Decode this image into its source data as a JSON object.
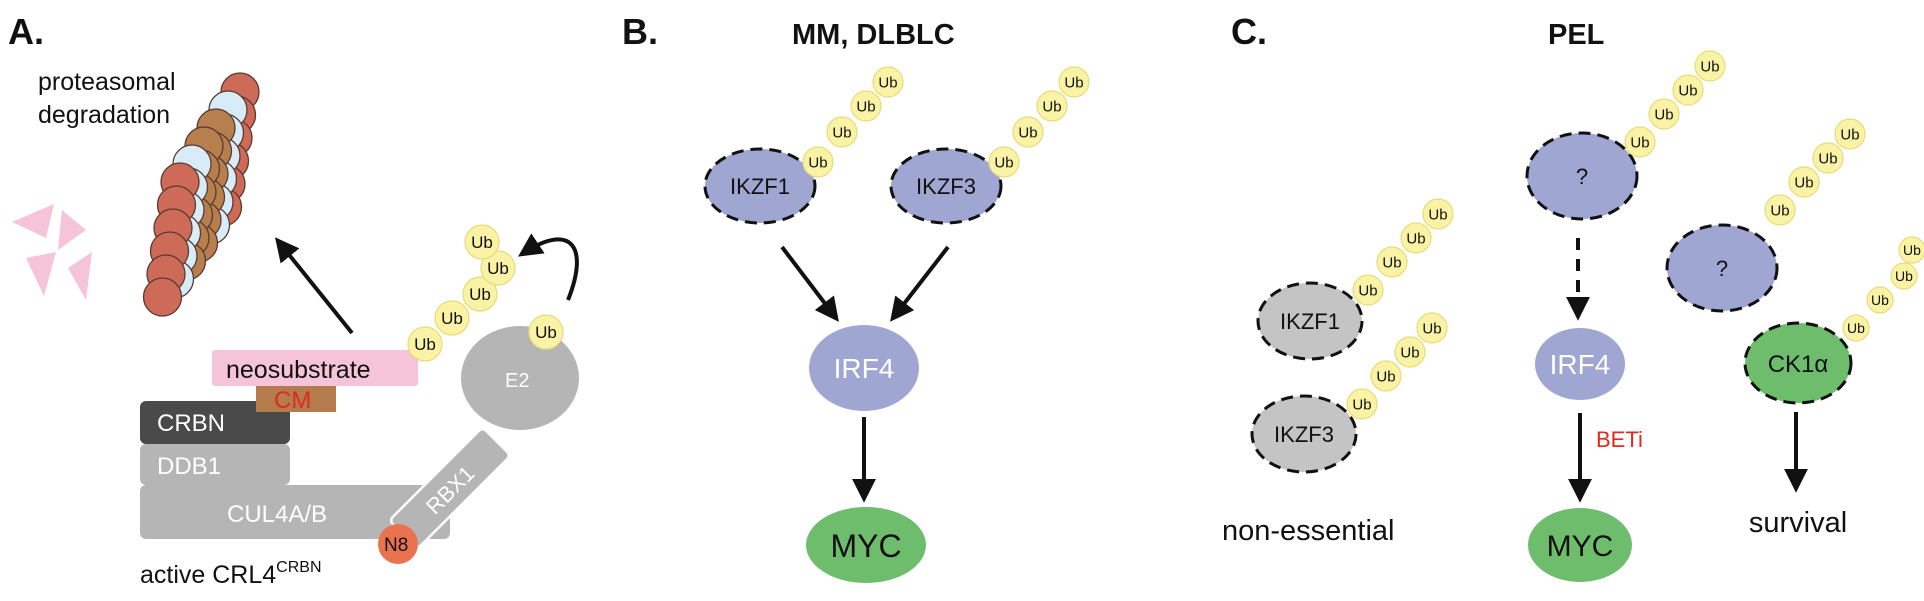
{
  "panel_a": {
    "letter": "A.",
    "proteasome_line1": "proteasomal",
    "proteasome_line2": "degradation",
    "neosubstrate": "neosubstrate",
    "cm": "CM",
    "crbn": "CRBN",
    "ddb1": "DDB1",
    "cul4": "CUL4A/B",
    "rbx1": "RBX1",
    "e2": "E2",
    "n8": "N8",
    "ub": "Ub",
    "complex_label": "active CRL4",
    "complex_superscript": "CRBN"
  },
  "panel_b": {
    "letter": "B.",
    "title": "MM, DLBLC",
    "ikzf1": "IKZF1",
    "ikzf3": "IKZF3",
    "irf4": "IRF4",
    "myc": "MYC",
    "ub": "Ub"
  },
  "panel_c": {
    "letter": "C.",
    "title": "PEL",
    "unknown": "?",
    "ikzf1": "IKZF1",
    "ikzf3": "IKZF3",
    "irf4": "IRF4",
    "myc": "MYC",
    "beti": "BETi",
    "ck1a": "CK1α",
    "non_essential": "non-essential",
    "survival": "survival",
    "ub": "Ub"
  },
  "colors": {
    "blue_node": "#9fa6d2",
    "green_node": "#6dbd6d",
    "grey_node": "#c4c4c4",
    "ub_yellow": "#faf3a6",
    "ub_stroke": "#e5dc7a",
    "neosubstrate_pink": "#f6c4d8",
    "cm_brown": "#b47c4c",
    "cm_text": "#e0291f",
    "crbn_dark": "#4a4a4a",
    "grey_box": "#b5b5b5",
    "n8_orange": "#e9724f",
    "proteasome_red": "#cd6b58",
    "proteasome_brown": "#b77f4d",
    "proteasome_lightblue": "#d7ecf7",
    "beti_red": "#e0291f"
  }
}
